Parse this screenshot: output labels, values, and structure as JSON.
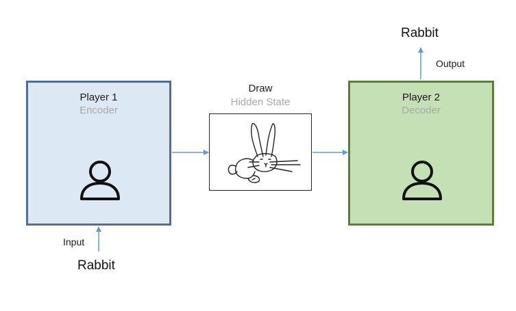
{
  "encoder": {
    "title": "Player 1",
    "subtitle": "Encoder"
  },
  "decoder": {
    "title": "Player 2",
    "subtitle": "Decoder"
  },
  "hidden": {
    "title": "Draw",
    "subtitle": "Hidden State"
  },
  "input": {
    "label": "Input",
    "word": "Rabbit"
  },
  "output": {
    "label": "Output",
    "word": "Rabbit"
  },
  "icons": {
    "player": "person-icon",
    "drawing": "rabbit-sketch-icon"
  },
  "colors": {
    "encoder_fill": "#dde8f5",
    "encoder_border": "#4e6f96",
    "decoder_fill": "#c5e0b4",
    "decoder_border": "#5a7e3d",
    "arrow": "#5b9bd5"
  }
}
